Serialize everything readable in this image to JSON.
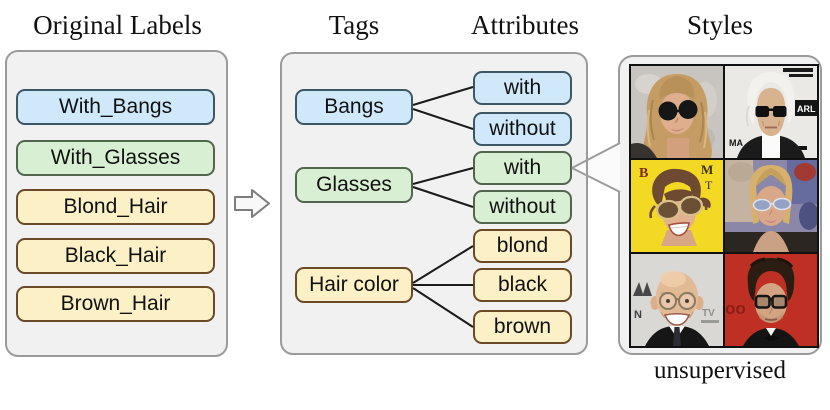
{
  "titles": {
    "original_labels": "Original Labels",
    "tags": "Tags",
    "attributes": "Attributes",
    "styles": "Styles"
  },
  "original_labels": {
    "items": [
      {
        "label": "With_Bangs",
        "color_key": "blue"
      },
      {
        "label": "With_Glasses",
        "color_key": "green"
      },
      {
        "label": "Blond_Hair",
        "color_key": "yellow"
      },
      {
        "label": "Black_Hair",
        "color_key": "yellow"
      },
      {
        "label": "Brown_Hair",
        "color_key": "yellow"
      }
    ]
  },
  "mapping": {
    "groups": [
      {
        "tag": "Bangs",
        "color_key": "blue",
        "attributes": [
          {
            "label": "with"
          },
          {
            "label": "without"
          }
        ]
      },
      {
        "tag": "Glasses",
        "color_key": "green",
        "attributes": [
          {
            "label": "with"
          },
          {
            "label": "without"
          }
        ]
      },
      {
        "tag": "Hair color",
        "color_key": "yellow",
        "attributes": [
          {
            "label": "blond"
          },
          {
            "label": "black"
          },
          {
            "label": "brown"
          }
        ]
      }
    ]
  },
  "styles_panel": {
    "caption": "unsupervised",
    "photos": [
      {
        "desc": "woman with long wavy blond hair wearing round black sunglasses",
        "bg_text": []
      },
      {
        "desc": "older man with white hair wearing black sunglasses",
        "bg_text": [
          "MA",
          "ARL"
        ]
      },
      {
        "desc": "smiling woman with brown updo hair and large sunglasses on yellow magazine cover",
        "bg_text": [
          "B",
          "M",
          "T"
        ]
      },
      {
        "desc": "blond woman wearing small blue tinted glasses",
        "bg_text": []
      },
      {
        "desc": "smiling bald man with round wire glasses",
        "bg_text": [
          "N",
          "TV"
        ]
      },
      {
        "desc": "man with dark hair and black rimmed glasses on red background",
        "bg_text": [
          "oo"
        ]
      }
    ]
  },
  "colors": {
    "blue_fill": "#cfe9fb",
    "blue_border": "#3d5765",
    "green_fill": "#d9efd4",
    "green_border": "#51664d",
    "yellow_fill": "#fcf0c6",
    "yellow_border": "#6b4a27",
    "panel_fill": "#f1f1f2",
    "panel_border": "#9b9b9b",
    "connector_line": "#1a1a1a"
  }
}
